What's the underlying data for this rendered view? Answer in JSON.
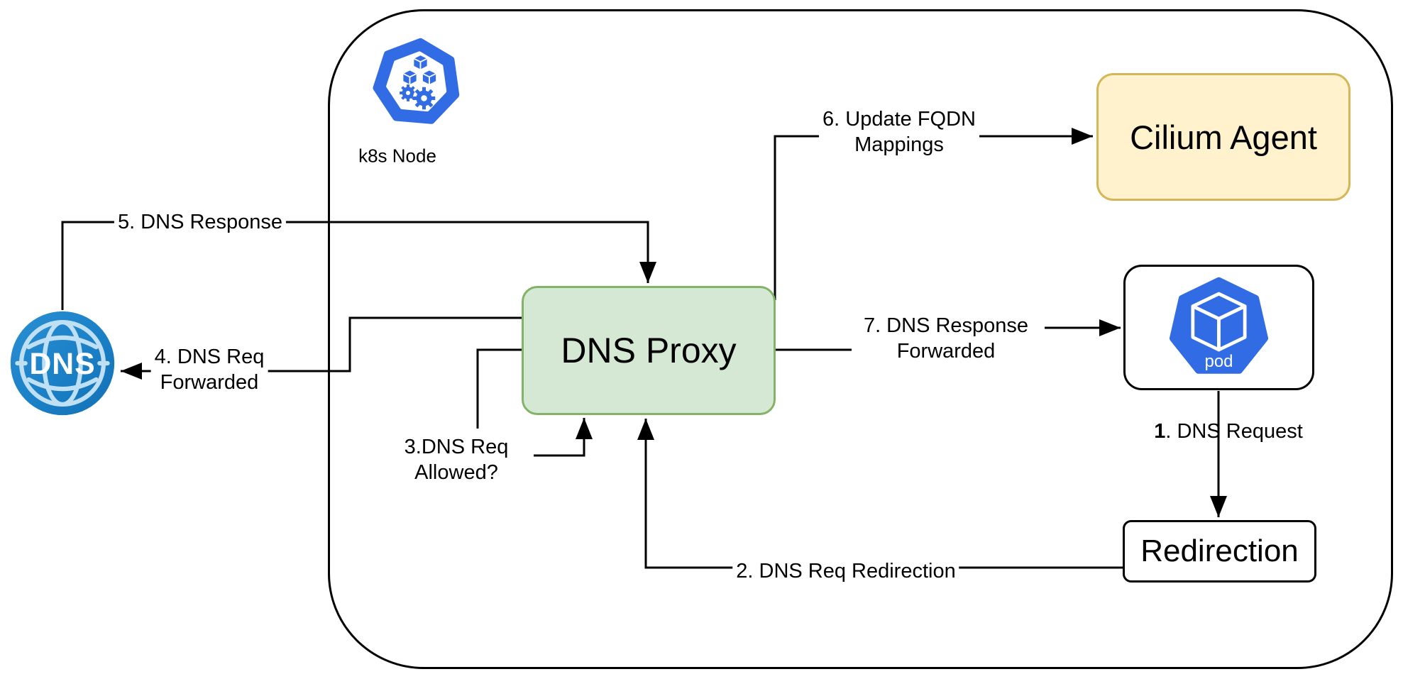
{
  "node": {
    "label": "k8s Node"
  },
  "shapes": {
    "dns_proxy": {
      "label": "DNS Proxy",
      "fill": "#d5e8d4",
      "stroke": "#82b366"
    },
    "cilium_agent": {
      "label": "Cilium Agent",
      "fill": "#fff2cc",
      "stroke": "#d6b656"
    },
    "pod": {
      "label": "pod"
    },
    "redirection": {
      "label": "Redirection"
    },
    "dns_server": {
      "label": "DNS"
    }
  },
  "edges": {
    "e1": {
      "prefix": "1",
      "rest": ". DNS Request"
    },
    "e2": {
      "label": "2. DNS Req Redirection"
    },
    "e3": {
      "line1": "3.DNS Req",
      "line2": "Allowed?"
    },
    "e4": {
      "line1": "4. DNS Req",
      "line2": "Forwarded"
    },
    "e5": {
      "label": "5. DNS Response"
    },
    "e6": {
      "line1": "6. Update FQDN",
      "line2": "Mappings"
    },
    "e7": {
      "line1": "7. DNS Response",
      "line2": "Forwarded"
    }
  },
  "colors": {
    "k8s_blue": "#326ce5",
    "globe_blue_light": "#2a8fd3",
    "globe_blue_dark": "#1170b5",
    "globe_grid": "#bfe0f4",
    "green_fill": "#d5e8d4",
    "green_stroke": "#82b366",
    "yellow_fill": "#fff2cc",
    "yellow_stroke": "#d6b656",
    "line": "#000000"
  }
}
